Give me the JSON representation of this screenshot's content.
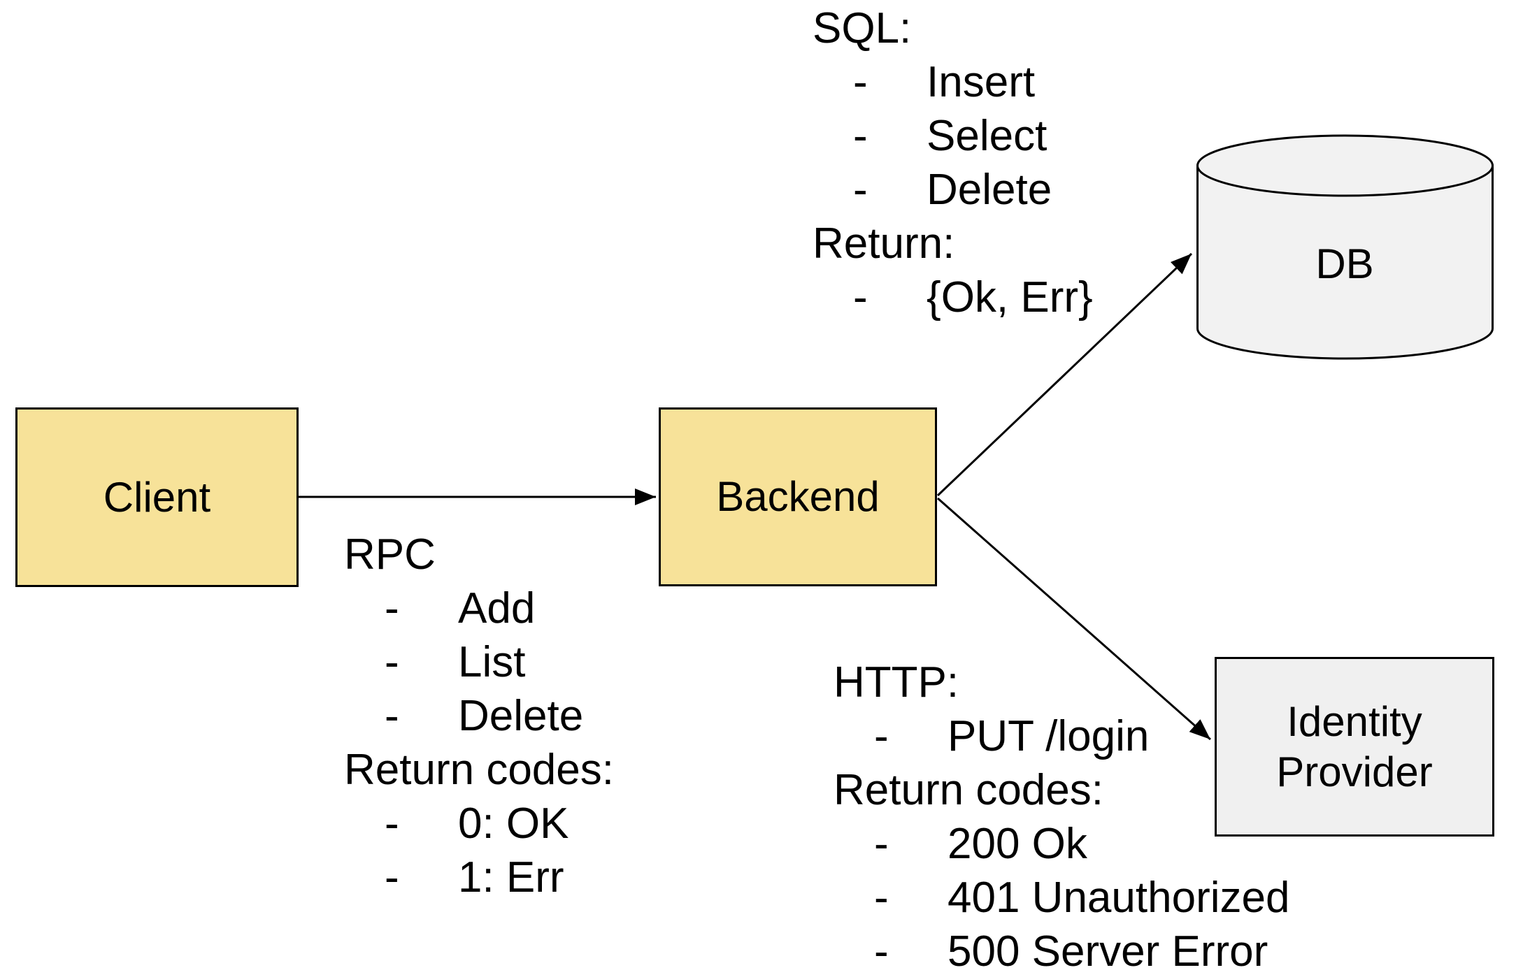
{
  "diagram_title": "",
  "colors": {
    "background": "#ffffff",
    "node_yellow_fill": "#f7e299",
    "node_gray_fill": "#f0f0f0",
    "cylinder_fill": "#f2f2f2",
    "stroke": "#000000",
    "text": "#000000"
  },
  "nodes": {
    "client": {
      "label": "Client",
      "shape": "rectangle"
    },
    "backend": {
      "label": "Backend",
      "shape": "rectangle"
    },
    "db": {
      "label": "DB",
      "shape": "cylinder"
    },
    "identity_provider": {
      "label_line1": "Identity",
      "label_line2": "Provider",
      "shape": "rectangle"
    }
  },
  "edges": [
    {
      "from": "Client",
      "to": "Backend",
      "annotation": "rpc"
    },
    {
      "from": "Backend",
      "to": "DB",
      "annotation": "sql"
    },
    {
      "from": "Backend",
      "to": "Identity Provider",
      "annotation": "http"
    }
  ],
  "annotations": {
    "sql": {
      "lines": [
        {
          "dash": "",
          "text": "SQL:"
        },
        {
          "dash": "-",
          "text": "Insert"
        },
        {
          "dash": "-",
          "text": "Select"
        },
        {
          "dash": "-",
          "text": "Delete"
        },
        {
          "dash": "",
          "text": "Return:"
        },
        {
          "dash": "-",
          "text": "{Ok, Err}"
        }
      ]
    },
    "rpc": {
      "lines": [
        {
          "dash": "",
          "text": "RPC"
        },
        {
          "dash": "-",
          "text": "Add"
        },
        {
          "dash": "-",
          "text": "List"
        },
        {
          "dash": "-",
          "text": "Delete"
        },
        {
          "dash": "",
          "text": "Return codes:"
        },
        {
          "dash": "-",
          "text": "0: OK"
        },
        {
          "dash": "-",
          "text": "1: Err"
        }
      ]
    },
    "http": {
      "lines": [
        {
          "dash": "",
          "text": "HTTP:"
        },
        {
          "dash": "-",
          "text": "PUT /login"
        },
        {
          "dash": "",
          "text": "Return codes:"
        },
        {
          "dash": "-",
          "text": "200 Ok"
        },
        {
          "dash": "-",
          "text": "401 Unauthorized"
        },
        {
          "dash": "-",
          "text": "500 Server Error"
        }
      ]
    }
  }
}
